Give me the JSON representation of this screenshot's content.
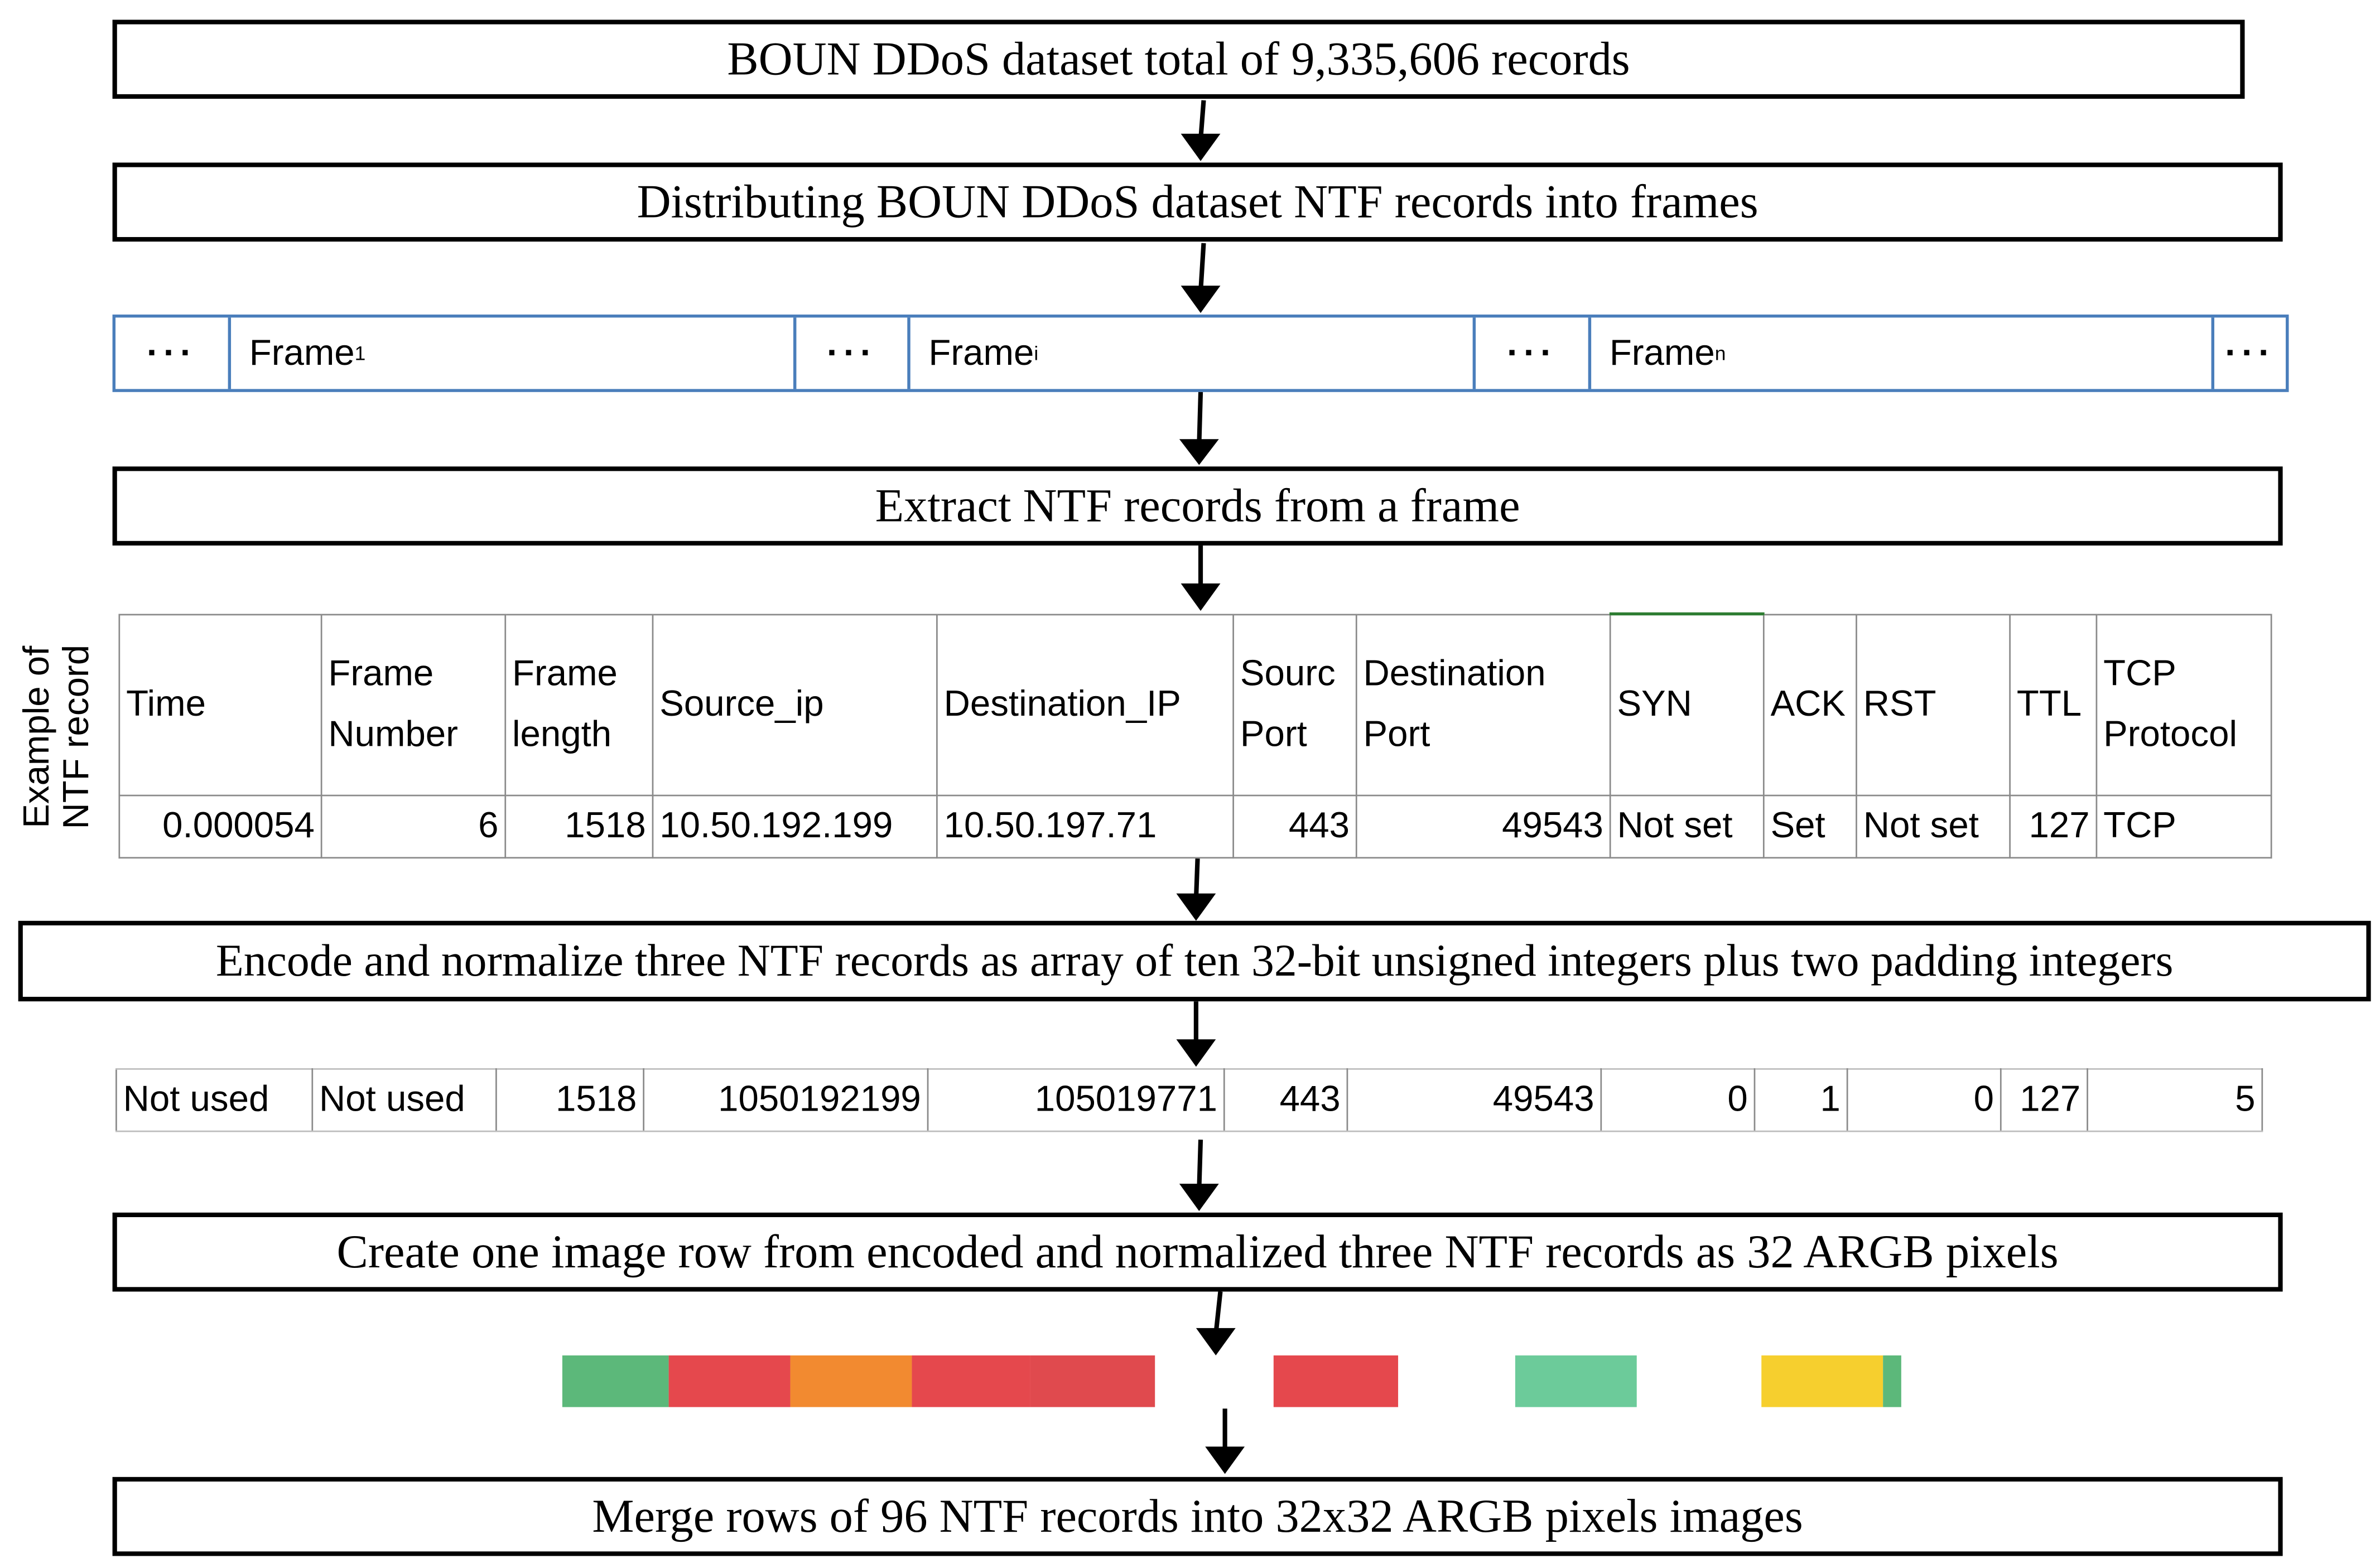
{
  "steps": {
    "step1": "BOUN DDoS dataset total of 9,335,606 records",
    "step2": "Distributing BOUN DDoS dataset NTF records into frames",
    "step3": "Extract NTF records from a frame",
    "step4": "Encode and normalize three NTF records as array of ten 32-bit unsigned integers plus two padding integers",
    "step5": "Create one image row from encoded and normalized three NTF records as 32 ARGB pixels",
    "step6": "Merge rows of 96 NTF records  into 32x32 ARGB pixels images"
  },
  "frames": {
    "ellipsis": "···",
    "frame_label": "Frame",
    "sub1": "1",
    "subi": "i",
    "subn": "n"
  },
  "example_label": {
    "line1": "Example of",
    "line2": "NTF record"
  },
  "ntf_table": {
    "headers": [
      "Time",
      "Frame",
      "Number",
      "Frame",
      "length",
      "Source_ip",
      "Destination_IP",
      "Sourc",
      "Port",
      "Destination",
      "Port",
      "SYN",
      "ACK",
      "RST",
      "TTL",
      "TCP",
      "Protocol"
    ],
    "row": [
      "0.000054",
      "6",
      "1518",
      "10.50.192.199",
      "10.50.197.71",
      "443",
      "49543",
      "Not set",
      "Set",
      "Not set",
      "127",
      "TCP"
    ]
  },
  "encoded_row": [
    "Not used",
    "Not used",
    "1518",
    "1050192199",
    "105019771",
    "443",
    "49543",
    "0",
    "1",
    "0",
    "127",
    "5"
  ],
  "pixel_colors": [
    "#5cb87a",
    "#e5484d",
    "#f28a30",
    "#e5484d",
    "#e04a4e",
    "#ffffff",
    "#e5484d",
    "#ffffff",
    "#6ccb9a",
    "#ffffff",
    "#f6cf2e",
    "#5cb87a"
  ],
  "arrow_color": "#000000"
}
